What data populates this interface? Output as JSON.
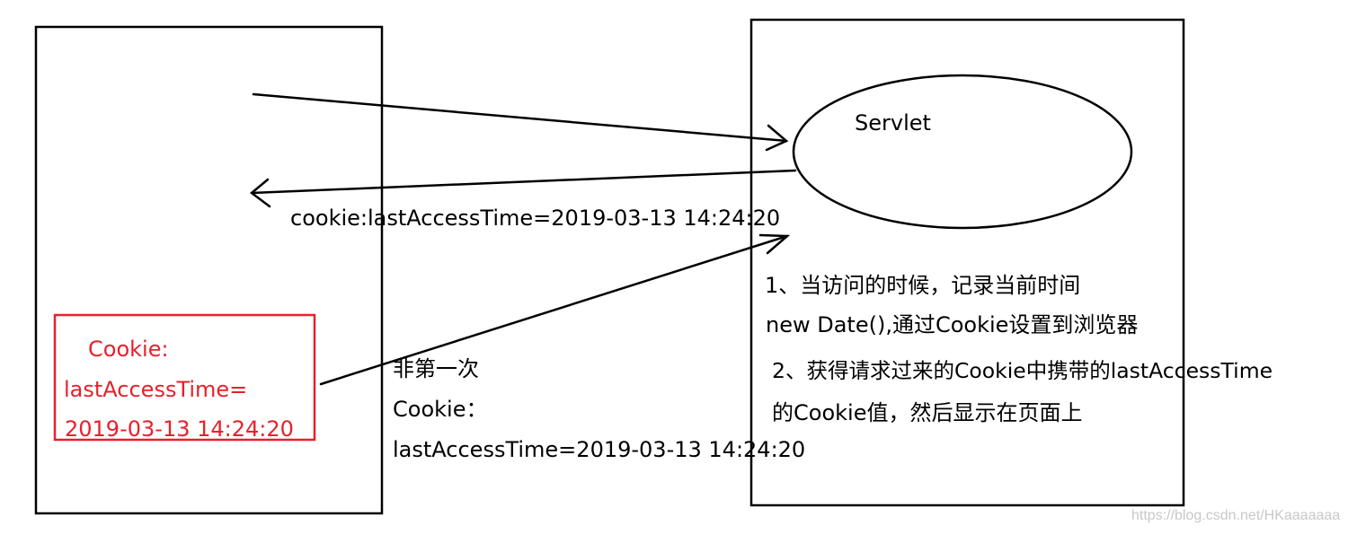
{
  "servlet": {
    "label": "Servlet"
  },
  "response": {
    "cookie_text": "cookie:lastAccessTime=2019-03-13 14:24:20"
  },
  "browser_cookie": {
    "line1": "Cookie:",
    "line2": "lastAccessTime=",
    "line3": "2019-03-13 14:24:20"
  },
  "request": {
    "line1": "非第一次",
    "line2": "Cookie：",
    "line3": "lastAccessTime=2019-03-13 14:24:20"
  },
  "notes": {
    "step1_line1": "1、当访问的时候，记录当前时间",
    "step1_line2": "new Date(),通过Cookie设置到浏览器",
    "step2_line1": "2、获得请求过来的Cookie中携带的lastAccessTime",
    "step2_line2": "的Cookie值，然后显示在页面上"
  },
  "watermark": "https://blog.csdn.net/HKaaaaaaa",
  "colors": {
    "line": "#000000",
    "highlight": "#e8202a",
    "watermark": "#c8c8c8"
  }
}
